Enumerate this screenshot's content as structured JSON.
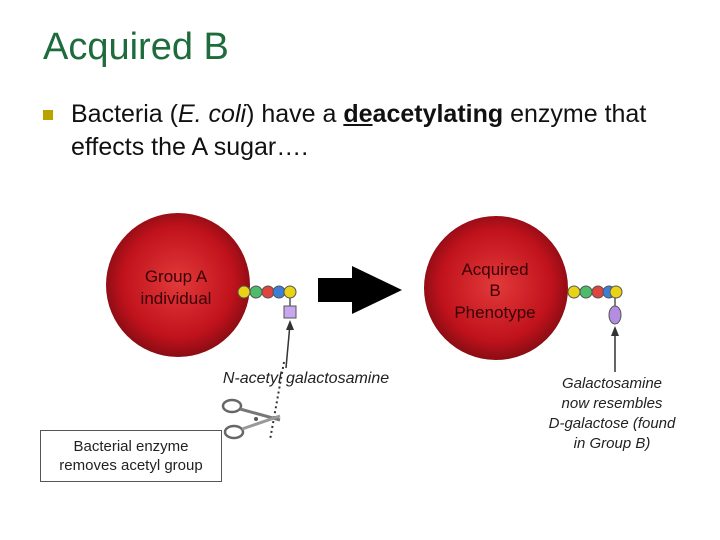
{
  "slide": {
    "title": "Acquired B",
    "bullet": {
      "prefix": "Bacteria (",
      "italic": "E. coli",
      "mid": ") have a ",
      "bold_underlined": "de",
      "bold_rest": "acetylating",
      "suffix": " enzyme that effects the A sugar…."
    }
  },
  "diagram": {
    "left_cell": {
      "line1": "Group A",
      "line2": "individual"
    },
    "right_cell": {
      "line1": "Acquired",
      "line2": "B",
      "line3": "Phenotype"
    },
    "left_sugar_label": "N-acetyl galactosamine",
    "right_sugar_label": {
      "line1": "Galactosamine",
      "line2": "now resembles",
      "line3": "D-galactose (found",
      "line4": "in Group B)"
    },
    "enzyme_box": {
      "line1": "Bacterial enzyme",
      "line2": "removes acetyl group"
    },
    "icons": {
      "arrow": "right-arrow-icon",
      "scissors": "scissors-icon"
    }
  },
  "colors": {
    "title": "#1e6b3c",
    "bullet_marker": "#b8a300",
    "cell": "#c0121c",
    "bead_yellow": "#e8d316",
    "bead_green": "#4dbb6a",
    "bead_red": "#e0443e",
    "bead_blue": "#3d7fd6",
    "sugar_square": "#c8a6f0",
    "sugar_oval": "#b48ce0"
  }
}
